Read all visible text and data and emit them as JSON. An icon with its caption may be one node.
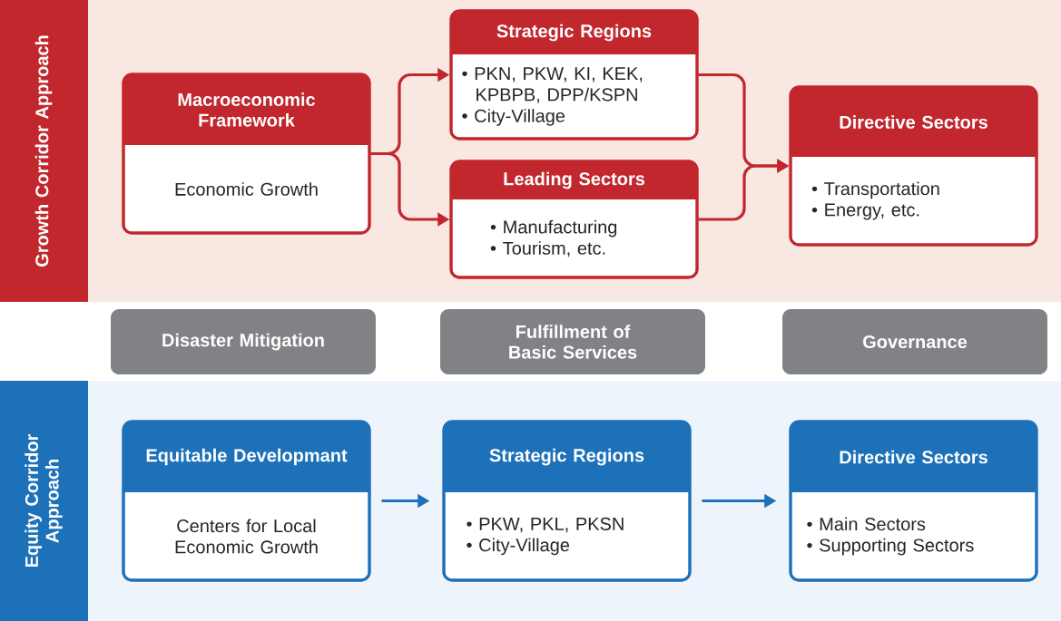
{
  "diagram": {
    "nodes": [
      {
        "text": [
          "Growth Corridor Approach"
        ]
      },
      {
        "text": [
          "Macroeconomic Framework",
          "Economic Growth"
        ],
        "in": 0
      },
      {
        "text": [
          "Strategic Regions",
          "• PKN, PKW, KI, KEK, KPBPB, DPP/KSPN",
          "• City-Village"
        ],
        "in": 0
      },
      {
        "text": [
          "Leading Sectors",
          "• Manufacturing",
          "• Tourism, etc."
        ],
        "in": 0
      },
      {
        "text": [
          "Directive Sectors",
          "• Transportation",
          "• Energy, etc."
        ],
        "in": 0
      },
      {
        "text": [
          "Disaster Mitigation"
        ]
      },
      {
        "text": [
          "Fulfillment of Basic Services"
        ]
      },
      {
        "text": [
          "Governance"
        ]
      },
      {
        "text": [
          "Equity Corridor Approach"
        ]
      },
      {
        "text": [
          "Equitable Developmant",
          "Centers for Local Economic Growth"
        ],
        "in": 8
      },
      {
        "text": [
          "Strategic Regions",
          "• PKW, PKL, PKSN",
          "• City-Village"
        ],
        "in": 8
      },
      {
        "text": [
          "Directive Sectors",
          "• Main Sectors",
          "• Supporting Sectors"
        ],
        "in": 8
      }
    ],
    "edges": [
      {
        "from": 1,
        "to": 2,
        "arrow": "to"
      },
      {
        "from": 1,
        "to": 3,
        "arrow": "to"
      },
      {
        "from": 2,
        "to": 4,
        "arrow": "to"
      },
      {
        "from": 3,
        "to": 4,
        "arrow": "to"
      },
      {
        "from": 9,
        "to": 10,
        "arrow": "to",
        "color": "#1d71b8"
      },
      {
        "from": 10,
        "to": 11,
        "arrow": "to",
        "color": "#1d71b8"
      }
    ]
  }
}
